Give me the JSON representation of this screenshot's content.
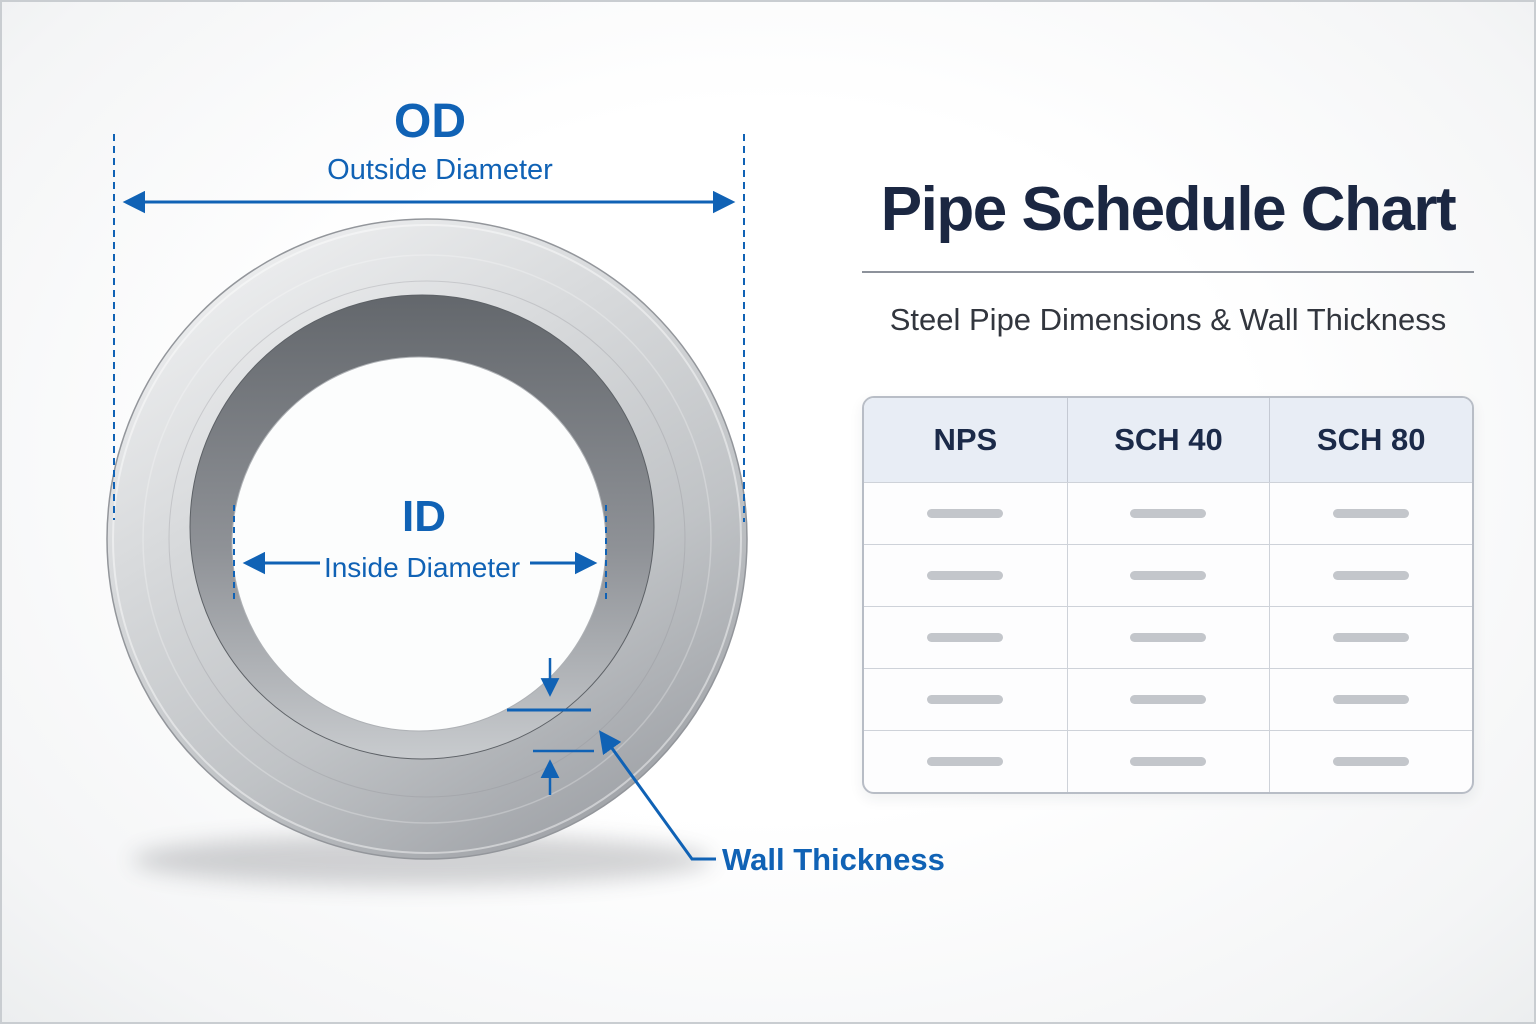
{
  "diagram": {
    "od_abbr": "OD",
    "od_label": "Outside Diameter",
    "id_abbr": "ID",
    "id_label": "Inside Diameter",
    "wall_thickness_label": "Wall Thickness"
  },
  "panel": {
    "title": "Pipe Schedule Chart",
    "subtitle": "Steel Pipe Dimensions & Wall Thickness"
  },
  "table": {
    "headers": [
      "NPS",
      "SCH 40",
      "SCH 80"
    ],
    "row_count": 5,
    "cell_content": "placeholder-bar"
  },
  "colors": {
    "annotation_blue": "#1062b5",
    "title_navy": "#1b2742",
    "table_header_bg": "#e8edf5",
    "placeholder_gray": "#c3c6cb"
  }
}
